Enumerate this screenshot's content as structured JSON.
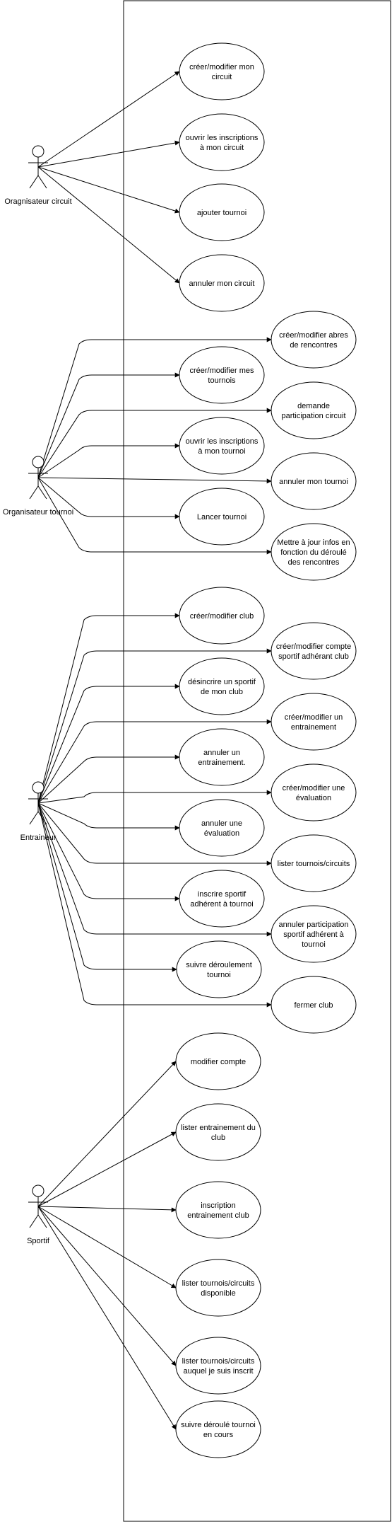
{
  "actors": [
    {
      "id": "orga_circuit",
      "label": "Oragnisateur circuit"
    },
    {
      "id": "orga_tournoi",
      "label": "Organisateur tournoi"
    },
    {
      "id": "entraineur",
      "label": "Entraineur"
    },
    {
      "id": "sportif",
      "label": "Sportif"
    }
  ],
  "use_cases": [
    {
      "actor": "orga_circuit",
      "lines": [
        "créer/modifier mon",
        "circuit"
      ]
    },
    {
      "actor": "orga_circuit",
      "lines": [
        "ouvrir les inscriptions",
        "à mon circuit"
      ]
    },
    {
      "actor": "orga_circuit",
      "lines": [
        "ajouter tournoi"
      ]
    },
    {
      "actor": "orga_circuit",
      "lines": [
        "annuler mon circuit"
      ]
    },
    {
      "actor": "orga_tournoi",
      "lines": [
        "créer/modifier abres",
        "de rencontres"
      ]
    },
    {
      "actor": "orga_tournoi",
      "lines": [
        "créer/modifier mes",
        "tournois"
      ]
    },
    {
      "actor": "orga_tournoi",
      "lines": [
        "demande",
        "participation circuit"
      ]
    },
    {
      "actor": "orga_tournoi",
      "lines": [
        "ouvrir les inscriptions",
        "à mon tournoi"
      ]
    },
    {
      "actor": "orga_tournoi",
      "lines": [
        "annuler mon tournoi"
      ]
    },
    {
      "actor": "orga_tournoi",
      "lines": [
        "Lancer tournoi"
      ]
    },
    {
      "actor": "orga_tournoi",
      "lines": [
        "Mettre à jour infos en",
        "fonction du déroulé",
        "des rencontres"
      ]
    },
    {
      "actor": "entraineur",
      "lines": [
        "créer/modifier club"
      ]
    },
    {
      "actor": "entraineur",
      "lines": [
        "créer/modifier compte",
        "sportif adhérant club"
      ]
    },
    {
      "actor": "entraineur",
      "lines": [
        "désincrire un sportif",
        "de mon club"
      ]
    },
    {
      "actor": "entraineur",
      "lines": [
        "créer/modifier un",
        "entrainement"
      ]
    },
    {
      "actor": "entraineur",
      "lines": [
        "annuler un",
        "entrainement."
      ]
    },
    {
      "actor": "entraineur",
      "lines": [
        "créer/modifier une",
        "évaluation"
      ]
    },
    {
      "actor": "entraineur",
      "lines": [
        "annuler une",
        "évaluation"
      ]
    },
    {
      "actor": "entraineur",
      "lines": [
        "lister tournois/circuits"
      ]
    },
    {
      "actor": "entraineur",
      "lines": [
        "inscrire sportif",
        "adhérent à tournoi"
      ]
    },
    {
      "actor": "entraineur",
      "lines": [
        "annuler participation",
        "sportif adhérent à",
        "tournoi"
      ]
    },
    {
      "actor": "entraineur",
      "lines": [
        "suivre déroulement",
        "tournoi"
      ]
    },
    {
      "actor": "entraineur",
      "lines": [
        "fermer club"
      ]
    },
    {
      "actor": "sportif",
      "lines": [
        "modifier compte"
      ]
    },
    {
      "actor": "sportif",
      "lines": [
        "lister entrainement du",
        "club"
      ]
    },
    {
      "actor": "sportif",
      "lines": [
        "inscription",
        "entrainement club"
      ]
    },
    {
      "actor": "sportif",
      "lines": [
        "lister tournois/circuits",
        "disponible"
      ]
    },
    {
      "actor": "sportif",
      "lines": [
        "lister tournois/circuits",
        "auquel je suis inscrit"
      ]
    },
    {
      "actor": "sportif",
      "lines": [
        "suivre déroulé tournoi",
        "en cours"
      ]
    }
  ],
  "colors": {
    "stroke": "#000000",
    "background": "#ffffff",
    "fill": "#ffffff"
  }
}
